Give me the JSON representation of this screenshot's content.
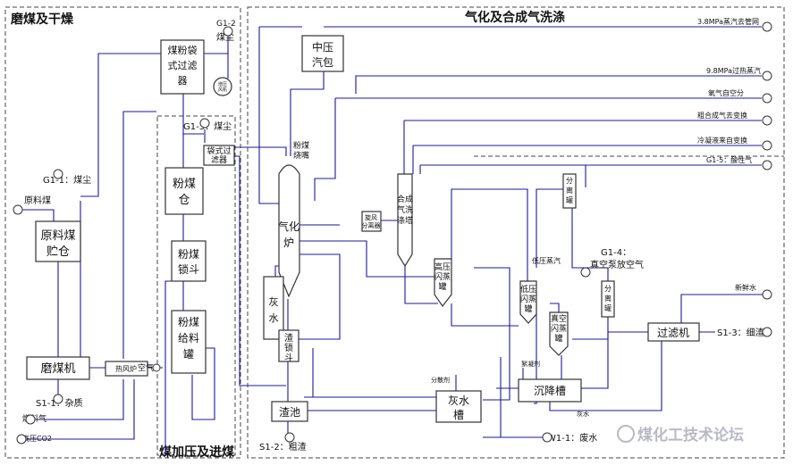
{
  "sections": {
    "grinding": "磨煤及干燥",
    "gasification": "气化及合成气洗涤",
    "pressurization": "煤加压及进煤"
  },
  "equipment": {
    "bag_filter": [
      "煤粉袋",
      "式过滤",
      "器"
    ],
    "fan": [
      "增压",
      "风机"
    ],
    "bag_filter_small": [
      "袋式过",
      "滤器"
    ],
    "coal_silo": [
      "粉煤",
      "仓"
    ],
    "lock_hopper": [
      "粉煤",
      "锁斗"
    ],
    "feed_tank": [
      "粉煤",
      "给料",
      "罐"
    ],
    "raw_coal_bin": [
      "原料煤",
      "贮仓"
    ],
    "mill": "磨煤机",
    "heater": "热风炉",
    "steam_drum": [
      "中压",
      "汽包"
    ],
    "burner": [
      "粉煤",
      "烧嘴"
    ],
    "gasifier": [
      "气化",
      "炉"
    ],
    "separator": [
      "旋风",
      "分离器"
    ],
    "scrubber": [
      "合成",
      "气洗",
      "涤塔"
    ],
    "hp_flash": [
      "高压",
      "闪蒸",
      "罐"
    ],
    "lp_flash": [
      "低压",
      "闪蒸",
      "罐"
    ],
    "vac_flash": [
      "真空",
      "闪蒸",
      "罐"
    ],
    "sep_top": [
      "分",
      "离",
      "罐"
    ],
    "sep_mid": [
      "分",
      "离",
      "罐"
    ],
    "ash_water_col": [
      "灰",
      "水"
    ],
    "slag_lock": [
      "渣",
      "锁",
      "斗"
    ],
    "slag_pool": "渣池",
    "ash_tank": [
      "灰水",
      "槽"
    ],
    "settler": "沉降槽",
    "filter": "过滤机"
  },
  "labels": {
    "g1_2": "G1-2",
    "coal_dust": "煤尘",
    "g1_3": "G1-3：煤尘",
    "g1_1": "G1-1：煤尘",
    "raw_coal": "原料煤",
    "air": "空气",
    "s1_1": "S1-1：杂质",
    "fuel_gas": "燃料气",
    "hp_co2": "高压CO2",
    "steam_out": "3.8MPa蒸汽去管网",
    "sh_steam": "9.8MPa过热蒸汽",
    "oxygen": "氧气自空分",
    "syngas_out": "粗合成气去变换",
    "condensate": "冷凝液来自变换",
    "g1_5": "G1-5：酸性气",
    "lp_steam": "低压蒸汽",
    "g1_4": "G1-4：",
    "vac_vent": "真空泵放空气",
    "fresh_water": "新鲜水",
    "s1_3": "S1-3：细渣",
    "dispersant": "分散剂",
    "flocculant": "絮凝剂",
    "ash_water_lbl": "灰水",
    "s1_2": "S1-2：粗渣",
    "w1_1": "W1-1：废水"
  },
  "watermark": "煤化工技术论坛",
  "colors": {
    "line": "#1a1a9c",
    "box": "#333333",
    "text": "#111111"
  }
}
